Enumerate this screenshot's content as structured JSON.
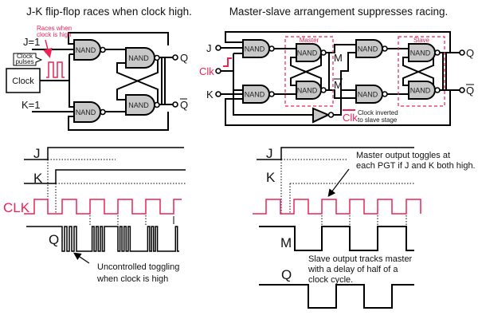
{
  "left": {
    "title": "J-K flip-flop races when clock high.",
    "gate_label": "NAND",
    "j_label": "J=1",
    "k_label": "K=1",
    "clock_box": "Clock",
    "clock_pulses": [
      "Clock",
      "pulses"
    ],
    "races_note": [
      "Races when",
      "clock is high"
    ],
    "q_label": "Q",
    "qbar_label": "Q",
    "timing": {
      "j": "J",
      "k": "K",
      "clk": "CLK",
      "q": "Q",
      "note": [
        "Uncontrolled toggling",
        "when clock is high"
      ]
    }
  },
  "right": {
    "title": "Master-slave arrangement suppresses racing.",
    "gate_label": "NAND",
    "j_label": "J",
    "clk_label": "Clk",
    "k_label": "K",
    "master_label": "Master",
    "slave_label": "Slave",
    "m_label": "M",
    "mbar_label": "M",
    "q_label": "Q",
    "qbar_label": "Q",
    "clkbar_label": "Clk",
    "inverted_note": [
      "Clock inverted",
      "to slave stage"
    ],
    "timing": {
      "j": "J",
      "k": "K",
      "m": "M",
      "q": "Q",
      "note_master": [
        "Master output toggles at",
        "each PGT if J and K both high."
      ],
      "note_slave": [
        "Slave output tracks master",
        "with a delay of half of a",
        "clock cycle."
      ]
    }
  },
  "colors": {
    "accent": "#ee2255",
    "gate_fill": "#c8c8c8"
  }
}
